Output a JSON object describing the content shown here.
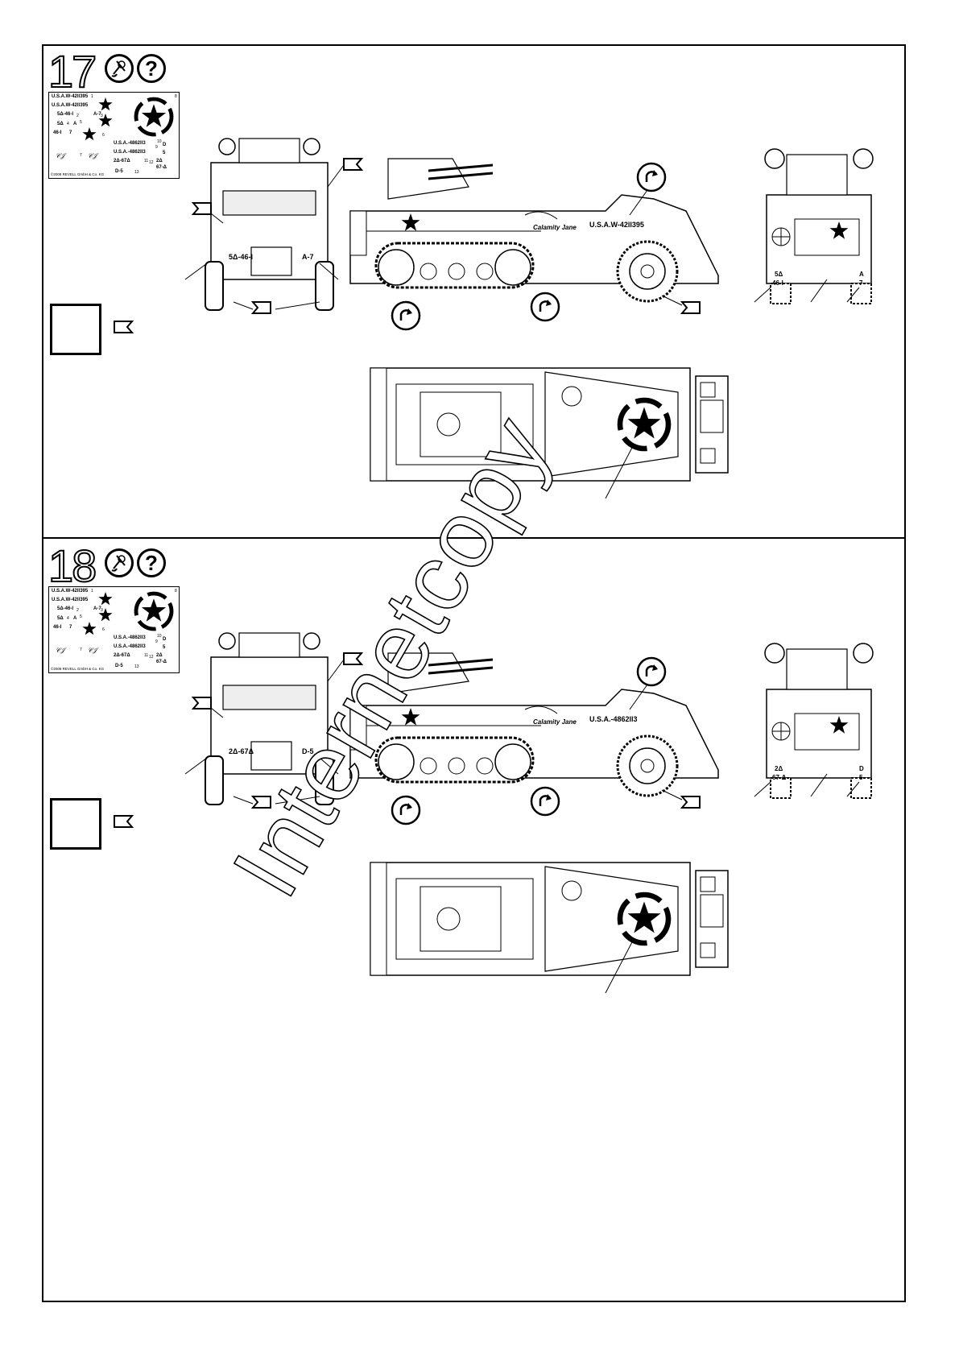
{
  "steps": [
    {
      "number": "17",
      "decal_sheet": {
        "lines": [
          "U.S.A.W-42ll395",
          "U.S.A.W-42ll395",
          "5Δ-46-I",
          "A-7",
          "5Δ",
          "A",
          "46-I",
          "7",
          "U.S.A.-4862ll3",
          "U.S.A.-4862ll3",
          "2Δ-67Δ",
          "2Δ",
          "67-Δ",
          "D",
          "5",
          "D-5"
        ],
        "indices": [
          "1",
          "2",
          "3",
          "4",
          "5",
          "6",
          "7",
          "8",
          "9",
          "10",
          "11",
          "12",
          "13"
        ],
        "copyright": "©2008 REVELL GmbH & Co. KG"
      },
      "front_left_label": "5Δ-46-I",
      "front_right_label": "A-7",
      "side_serial": "U.S.A.W-42ll395",
      "rear_left_top": "5Δ",
      "rear_left_bottom": "46-I",
      "rear_right_top": "A",
      "rear_right_bottom": "7"
    },
    {
      "number": "18",
      "decal_sheet": {
        "lines": [
          "U.S.A.W-42ll395",
          "U.S.A.W-42ll395",
          "5Δ-46-I",
          "A-7",
          "5Δ",
          "A",
          "46-I",
          "7",
          "U.S.A.-4862ll3",
          "U.S.A.-4862ll3",
          "2Δ-67Δ",
          "2Δ",
          "67-Δ",
          "D",
          "5",
          "D-5"
        ],
        "indices": [
          "1",
          "2",
          "3",
          "4",
          "5",
          "6",
          "7",
          "8",
          "9",
          "10",
          "11",
          "12",
          "13"
        ],
        "copyright": "©2008 REVELL GmbH & Co. KG"
      },
      "front_left_label": "2Δ-67Δ",
      "front_right_label": "D-5",
      "side_serial": "U.S.A.-4862ll3",
      "rear_left_top": "2Δ",
      "rear_left_bottom": "67-Δ",
      "rear_right_top": "D",
      "rear_right_bottom": "5"
    }
  ],
  "watermark": "Internetcopy",
  "icons": [
    "paint-brush-icon",
    "question-icon",
    "flag-icon",
    "rotate-icon"
  ]
}
